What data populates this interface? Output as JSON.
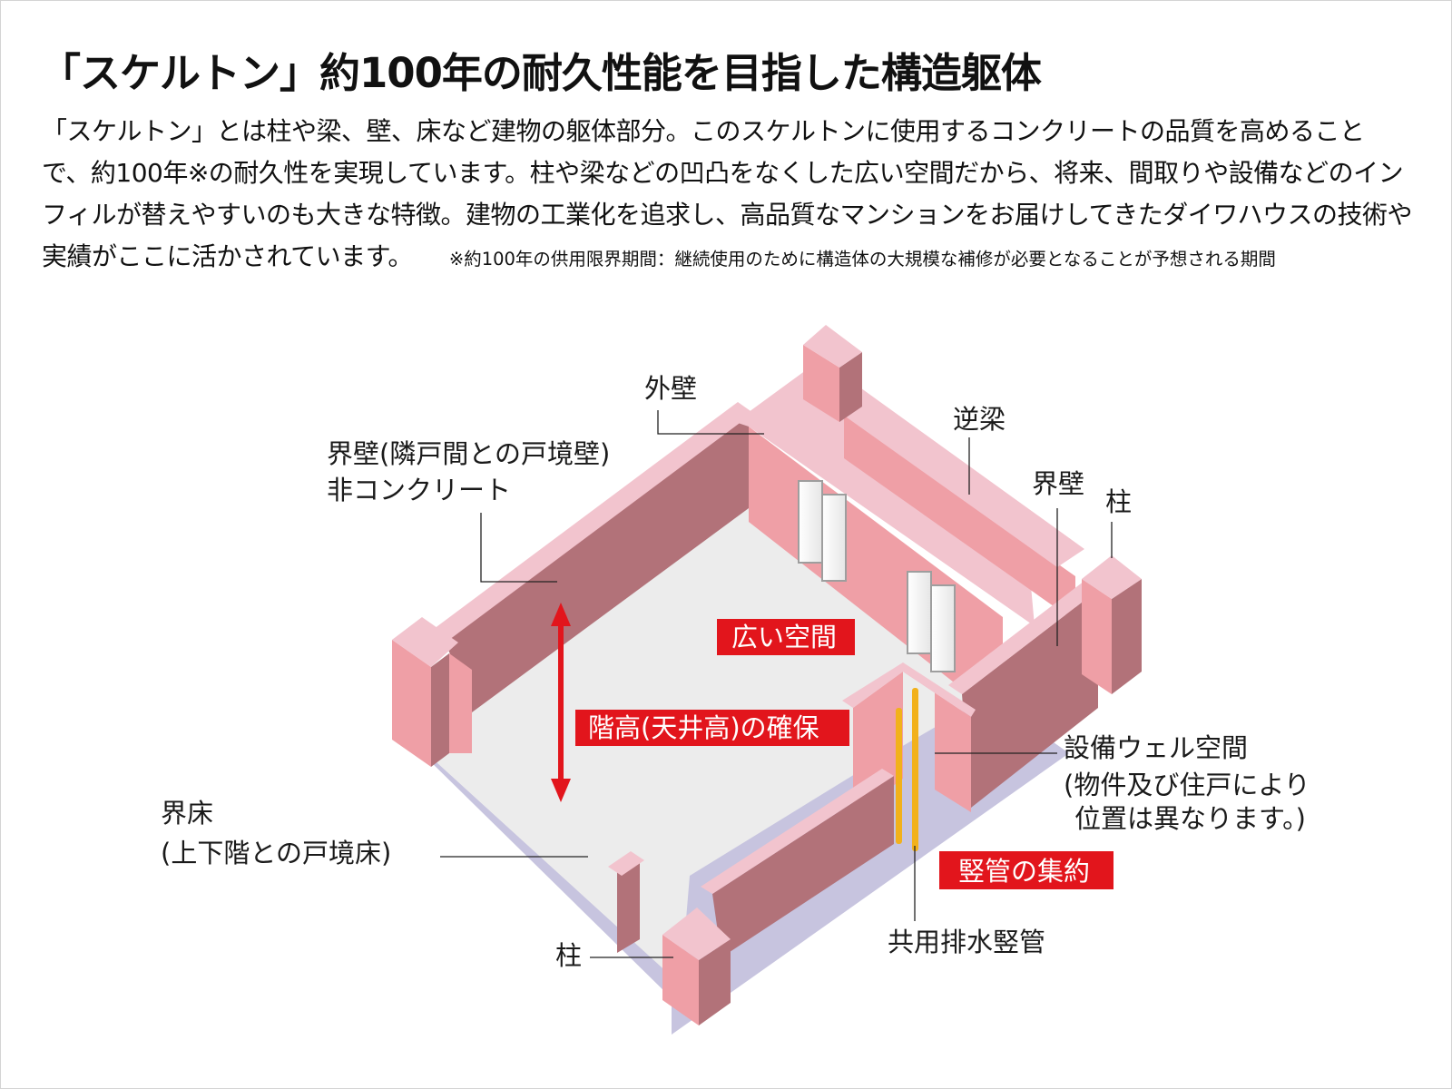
{
  "title": "「スケルトン」約100年の耐久性能を目指した構造躯体",
  "description": "「スケルトン」とは柱や梁、壁、床など建物の躯体部分。このスケルトンに使用するコンクリートの品質を高めることで、約100年※の耐久性を実現しています。柱や梁などの凹凸をなくした広い空間だから、将来、間取りや設備などのインフィルが替えやすいのも大きな特徴。建物の工業化を追求し、高品質なマンションをお届けしてきたダイワハウスの技術や実績がここに活かされています。",
  "footnote": "※約100年の供用限界期間：継続使用のために構造体の大規模な補修が必要となることが予想される期間",
  "labels": {
    "gaiheki": "外壁",
    "sakabari": "逆梁",
    "kaiheki_party_1": "界壁(隣戸間との戸境壁)",
    "kaiheki_party_2": "非コンクリート",
    "kaiheki": "界壁",
    "hashira_right": "柱",
    "hashira_bottom": "柱",
    "setsubi_1": "設備ウェル空間",
    "setsubi_2": "(物件及び住戸により",
    "setsubi_3": "位置は異なります。)",
    "kaisho_1": "界床",
    "kaisho_2": "(上下階との戸境床)",
    "haisui": "共用排水竪管"
  },
  "highlights": {
    "wide_space": "広い空間",
    "floor_height": "階高(天井高)の確保",
    "pipes": "竪管の集約"
  },
  "colors": {
    "wall_top": "#f2c4ce",
    "wall_light": "#ef9fa6",
    "wall_dark": "#b27279",
    "floor": "#ececec",
    "slab_shadow": "#c7c4df",
    "accent_red": "#e2151c",
    "pipe": "#f2b11b"
  }
}
